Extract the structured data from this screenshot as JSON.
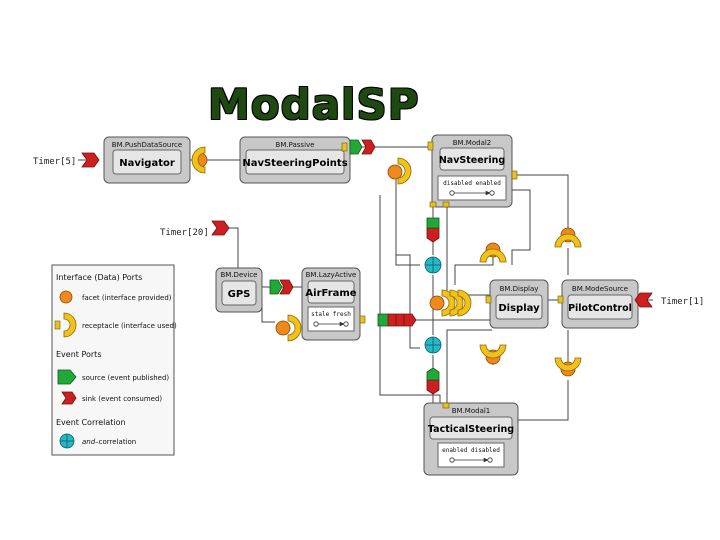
{
  "title": "ModalSP",
  "timers": {
    "t5": "Timer[5]",
    "t20": "Timer[20]",
    "t1": "Timer[1]"
  },
  "components": {
    "navigator": {
      "type": "BM.PushDataSource",
      "name": "Navigator"
    },
    "nav_points": {
      "type": "BM.Passive",
      "name": "NavSteeringPoints"
    },
    "nav_steering": {
      "type": "BM.Modal2",
      "name": "NavSteering",
      "states": "disabled enabled"
    },
    "gps": {
      "type": "BM.Device",
      "name": "GPS"
    },
    "airframe": {
      "type": "BM.LazyActive",
      "name": "AirFrame",
      "states": "stale fresh"
    },
    "display": {
      "type": "BM.Display",
      "name": "Display"
    },
    "pilot_control": {
      "type": "BM.ModeSource",
      "name": "PilotControl"
    },
    "tactical": {
      "type": "BM.Modal1",
      "name": "TacticalSteering",
      "states": "enabled disabled"
    }
  },
  "legend": {
    "section_ports": "Interface (Data) Ports",
    "facet": "facet (interface provided)",
    "receptacle": "receptacle (interface used)",
    "section_events": "Event Ports",
    "source": "source (event published)",
    "sink": "sink (event consumed)",
    "section_correlation": "Event Correlation",
    "and_prefix": "and",
    "and_suffix": "–correlation"
  },
  "colors": {
    "title": "#1e4a12",
    "box_outer": "#c8c8c8",
    "box_inner": "#e6e6e6",
    "facet": "#ee8a1a",
    "receptacle": "#f2c21a",
    "source": "#22a838",
    "sink": "#cc1f1f",
    "correlation": "#26b8c4"
  }
}
